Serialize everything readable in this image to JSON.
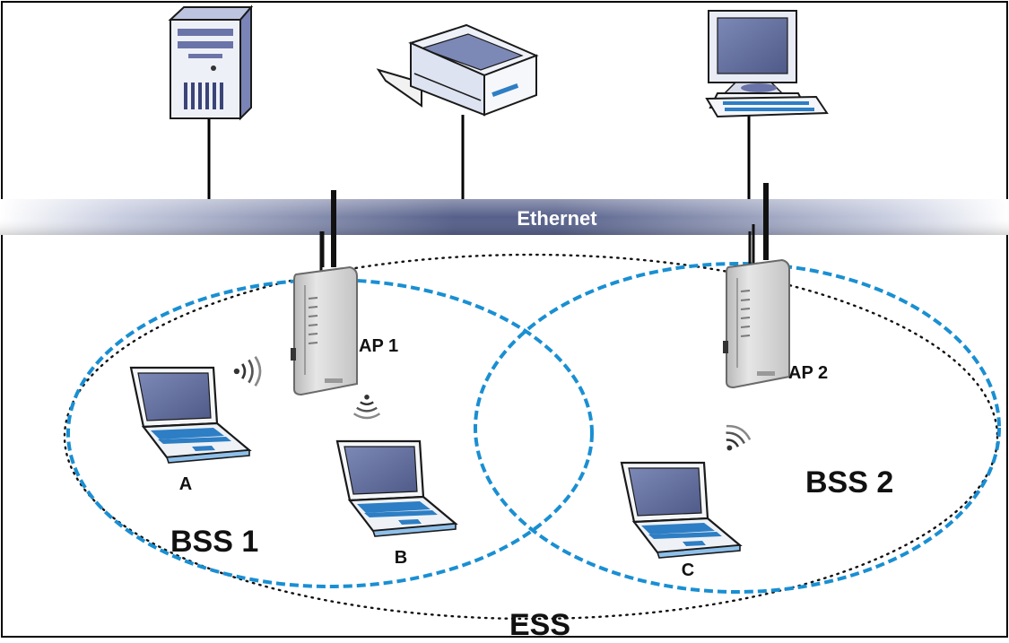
{
  "ethernet": {
    "label": "Ethernet"
  },
  "access_points": [
    {
      "id": "ap1",
      "label": "AP 1"
    },
    {
      "id": "ap2",
      "label": "AP 2"
    }
  ],
  "stations": [
    {
      "id": "a",
      "label": "A"
    },
    {
      "id": "b",
      "label": "B"
    },
    {
      "id": "c",
      "label": "C"
    }
  ],
  "bss": [
    {
      "id": "bss1",
      "label": "BSS 1"
    },
    {
      "id": "bss2",
      "label": "BSS 2"
    }
  ],
  "ess": {
    "label": "ESS"
  },
  "colors": {
    "bus": "#56608a",
    "bss_outline": "#1a8fd2",
    "ess_outline": "#111111",
    "laptop_screen": "#5c6898",
    "laptop_body": "#eef2f6",
    "laptop_keys": "#2d7ec4",
    "ap_body": "#d4d4d4",
    "label": "#111111",
    "ethernet_label": "#ffffff"
  },
  "icons": [
    "server-tower-icon",
    "printer-icon",
    "desktop-computer-icon",
    "access-point-icon",
    "laptop-icon",
    "wifi-signal-icon"
  ]
}
